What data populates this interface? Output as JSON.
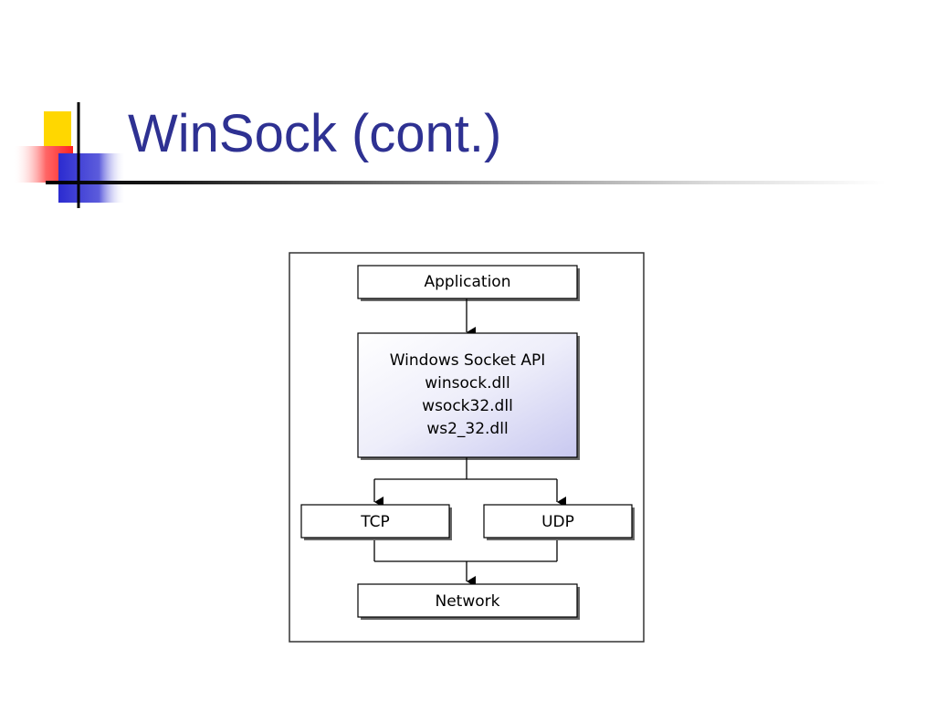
{
  "slide": {
    "title": "WinSock (cont.)"
  },
  "diagram": {
    "application_label": "Application",
    "api_lines": [
      "Windows Socket API",
      "winsock.dll",
      "wsock32.dll",
      "ws2_32.dll"
    ],
    "tcp_label": "TCP",
    "udp_label": "UDP",
    "network_label": "Network"
  },
  "colors": {
    "title": "#2e3192",
    "accent_yellow": "#ffd700",
    "accent_red": "#ff3333",
    "accent_blue": "#3333cc",
    "api_box_gradient_end": "#c8c8f0"
  }
}
